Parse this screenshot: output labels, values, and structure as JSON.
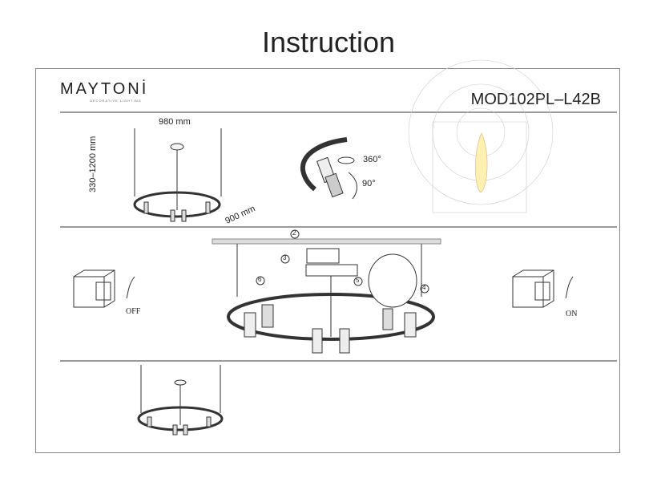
{
  "title": "Instruction",
  "brand": {
    "name": "MAYTONİ",
    "tagline": "DECORATIVE LIGHTING"
  },
  "model": "MOD102PL–L42B",
  "dimensions": {
    "width": "980 mm",
    "height": "330–1200 mm",
    "diameter": "900 mm"
  },
  "rotation": {
    "horizontal": "360°",
    "vertical": "90°"
  },
  "installation": {
    "callouts": [
      "2",
      "3",
      "4",
      "5",
      "6"
    ]
  },
  "switch": {
    "off": "OFF",
    "on": "ON"
  }
}
